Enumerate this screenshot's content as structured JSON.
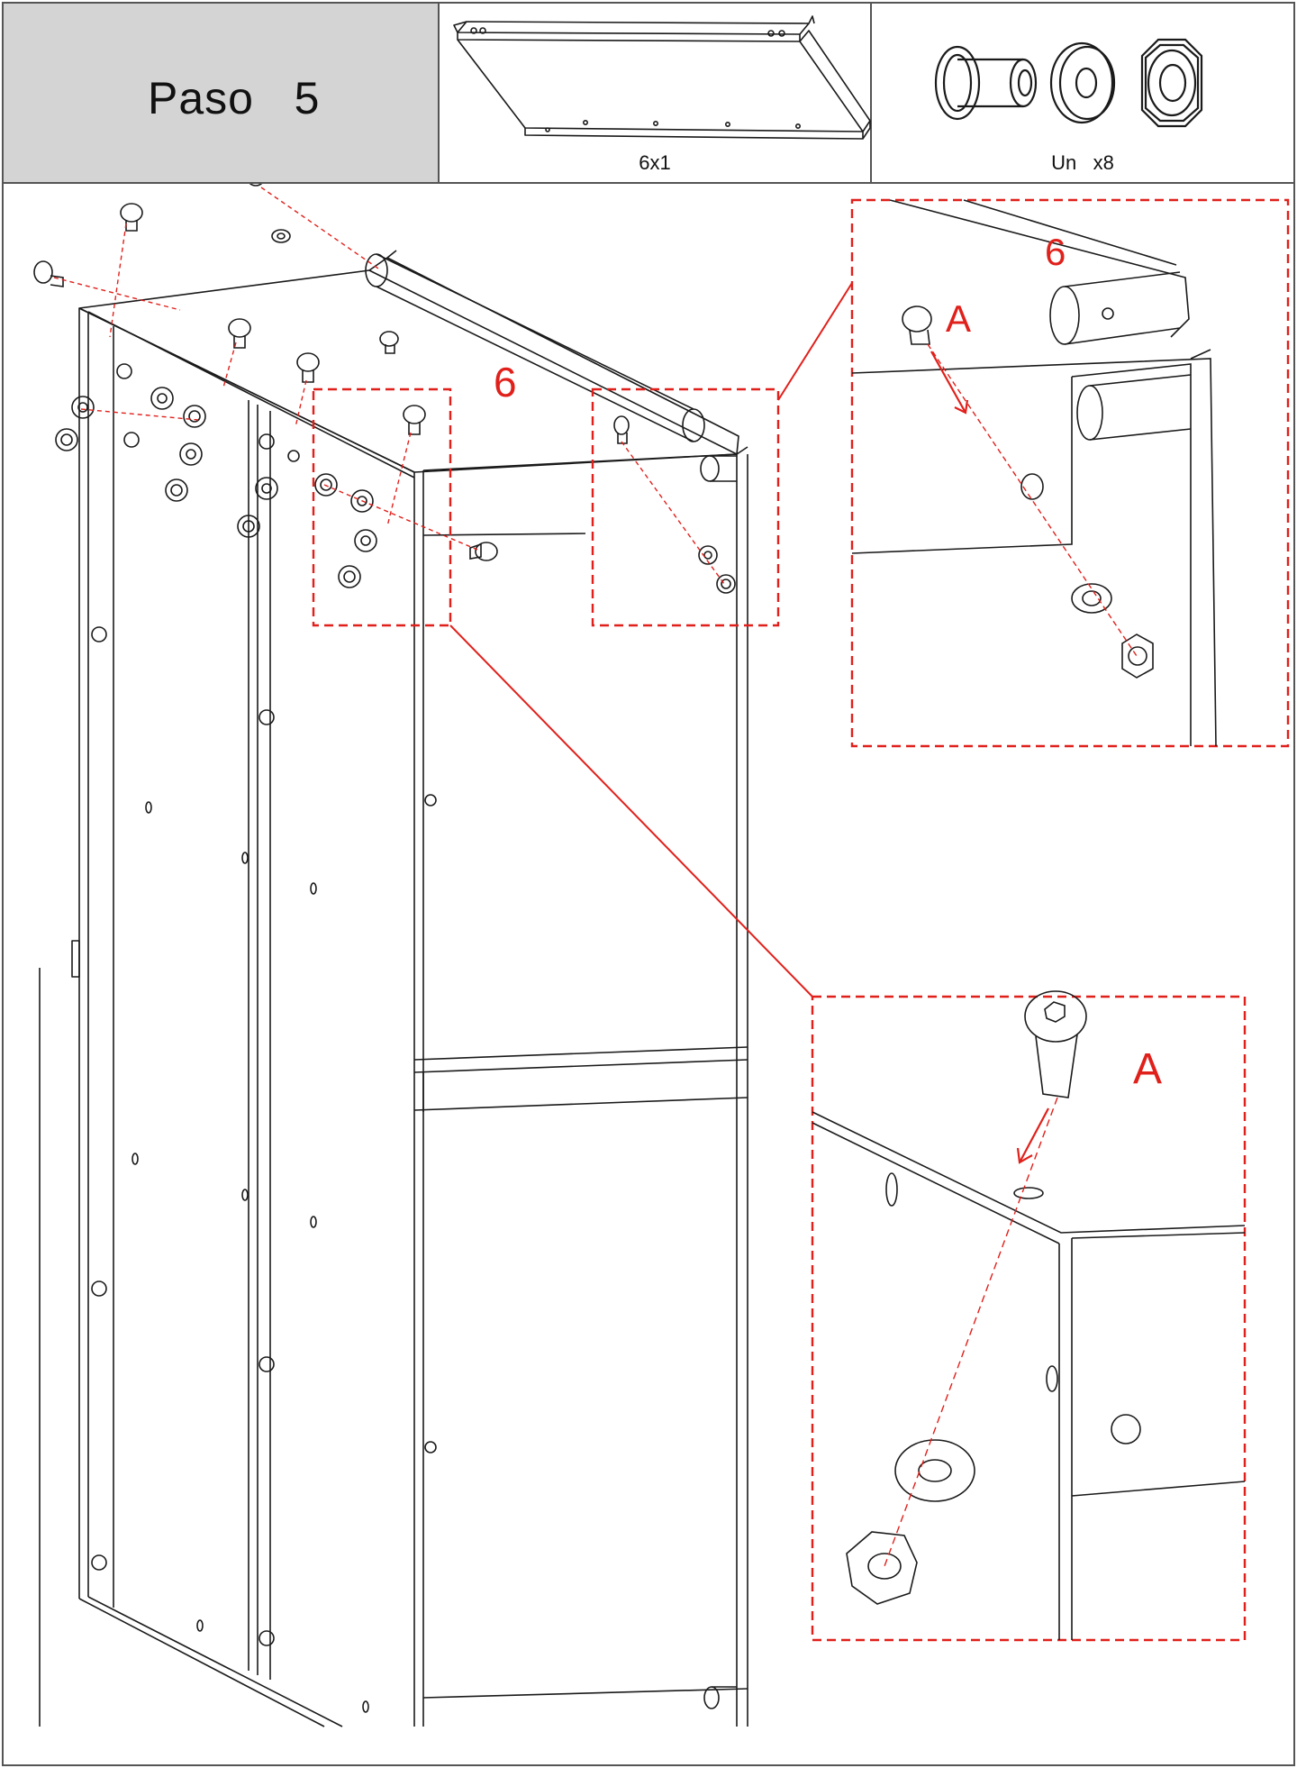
{
  "header": {
    "step_title": "Paso   5",
    "part_caption": "6x1",
    "hardware_caption": "Un   x8"
  },
  "labels": {
    "part_number_main": "6",
    "part_number_detail": "6",
    "hardware_letter_top": "A",
    "hardware_letter_bottom": "A"
  },
  "colors": {
    "line": "#1a1a1a",
    "accent_red": "#e0201b",
    "header_gray": "#d4d4d4"
  }
}
